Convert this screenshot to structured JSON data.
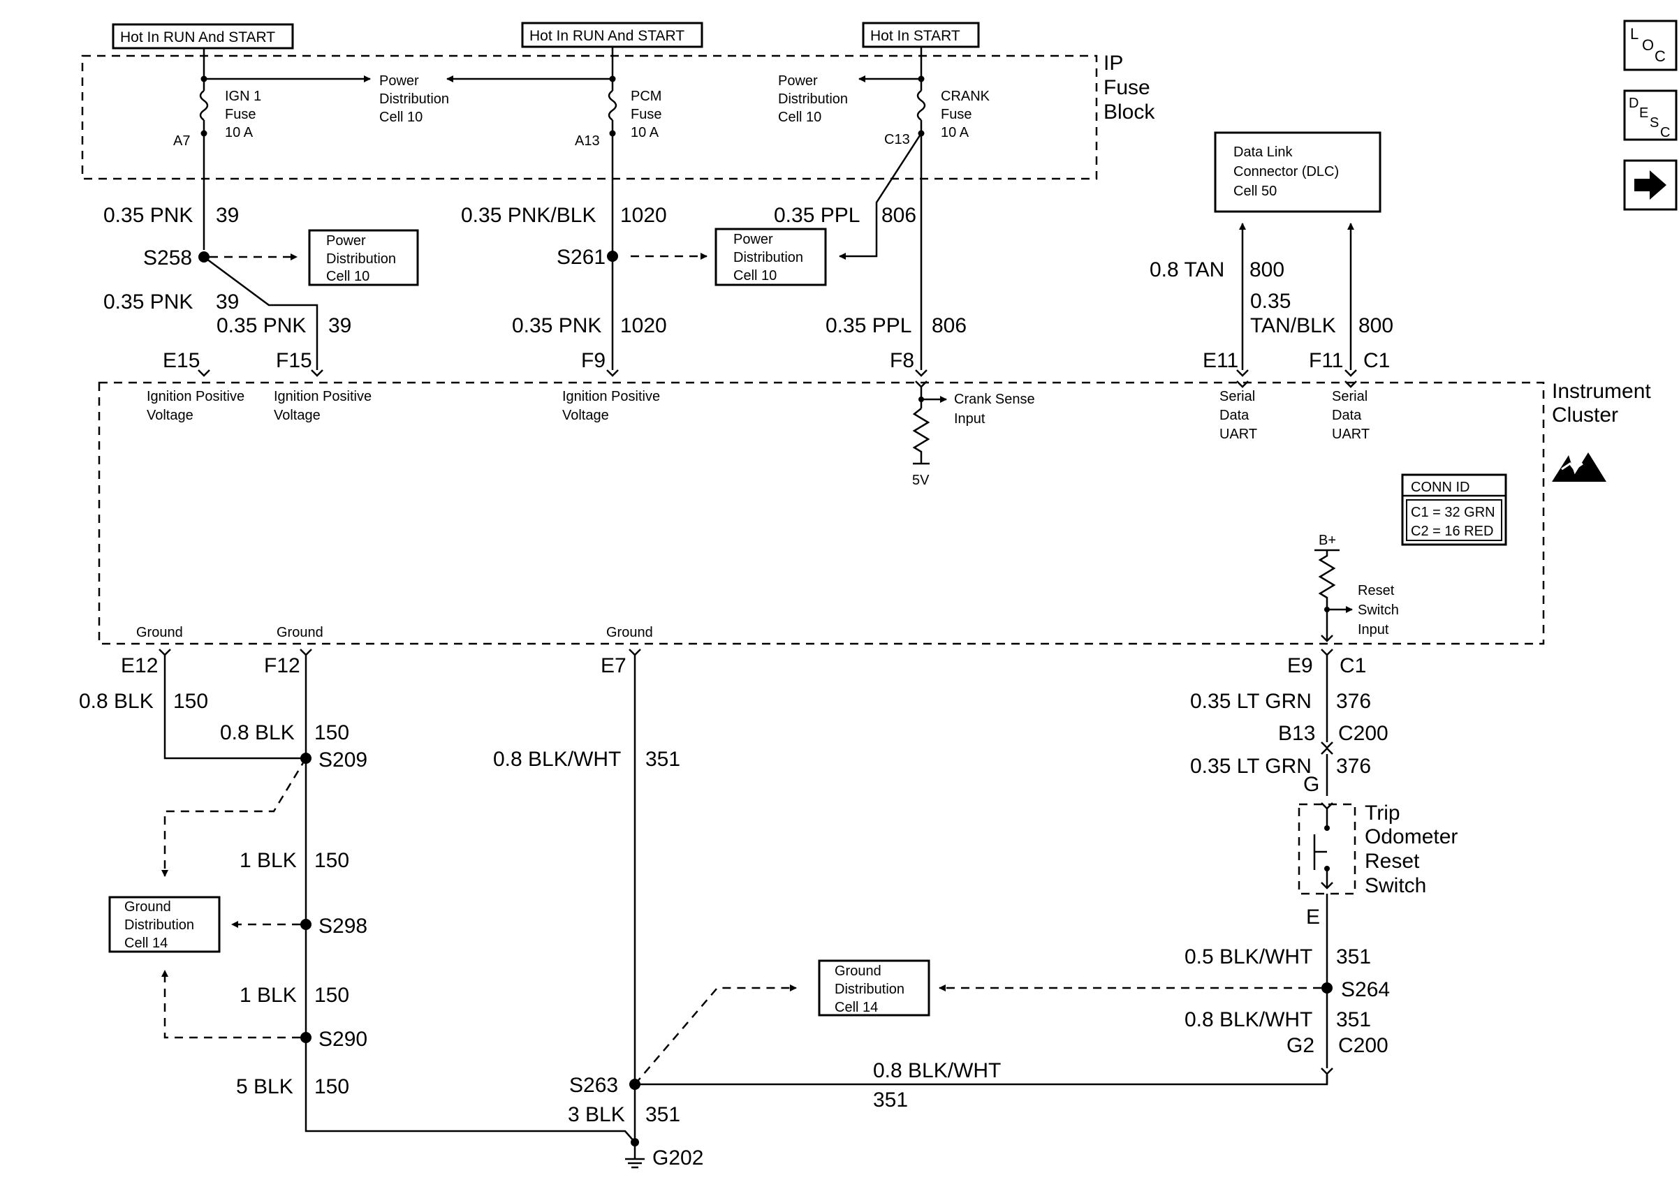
{
  "power_labels": {
    "run_start_1": "Hot In RUN And START",
    "run_start_2": "Hot In RUN And START",
    "start": "Hot In START"
  },
  "fuse_block": {
    "l1": "IP",
    "l2": "Fuse",
    "l3": "Block"
  },
  "fuses": {
    "ign1": {
      "l1": "IGN 1",
      "l2": "Fuse",
      "l3": "10 A",
      "pin": "A7"
    },
    "pcm": {
      "l1": "PCM",
      "l2": "Fuse",
      "l3": "10 A",
      "pin": "A13"
    },
    "crank": {
      "l1": "CRANK",
      "l2": "Fuse",
      "l3": "10 A",
      "pin": "C13"
    }
  },
  "pd_top_1": {
    "l1": "Power",
    "l2": "Distribution",
    "l3": "Cell 10"
  },
  "pd_top_2": {
    "l1": "Power",
    "l2": "Distribution",
    "l3": "Cell 10"
  },
  "pd_box_1": {
    "l1": "Power",
    "l2": "Distribution",
    "l3": "Cell 10"
  },
  "pd_box_2": {
    "l1": "Power",
    "l2": "Distribution",
    "l3": "Cell 10"
  },
  "dlc": {
    "l1": "Data Link",
    "l2": "Connector (DLC)",
    "l3": "Cell 50"
  },
  "wires": {
    "w39a": "0.35 PNK",
    "c39a": "39",
    "w39b": "0.35 PNK",
    "c39b": "39",
    "w39c": "0.35 PNK",
    "c39c": "39",
    "w1020a": "0.35 PNK/BLK",
    "c1020a": "1020",
    "w1020b": "0.35 PNK",
    "c1020b": "1020",
    "w806a": "0.35 PPL",
    "c806a": "806",
    "w806b": "0.35 PPL",
    "c806b": "806",
    "w800a": "0.8 TAN",
    "c800a": "800",
    "w800b1": "0.35",
    "w800b2": "TAN/BLK",
    "c800b": "800",
    "w150a": "0.8 BLK",
    "c150a": "150",
    "w150b": "0.8 BLK",
    "c150b": "150",
    "w150c": "1 BLK",
    "c150c": "150",
    "w150d": "1 BLK",
    "c150d": "150",
    "w150e": "5 BLK",
    "c150e": "150",
    "w351a": "0.8 BLK/WHT",
    "c351a": "351",
    "w351b": "3 BLK",
    "c351b": "351",
    "w351c": "0.8 BLK/WHT",
    "c351c": "351",
    "w351d": "0.5 BLK/WHT",
    "c351d": "351",
    "w351e": "0.8 BLK/WHT",
    "c351e": "351",
    "w376a": "0.35 LT GRN",
    "c376a": "376",
    "w376b": "0.35 LT GRN",
    "c376b": "376"
  },
  "splices": {
    "s258": "S258",
    "s261": "S261",
    "s209": "S209",
    "s298": "S298",
    "s290": "S290",
    "s263": "S263",
    "s264": "S264",
    "g202": "G202"
  },
  "pins": {
    "e15": "E15",
    "f15": "F15",
    "f9": "F9",
    "f8": "F8",
    "e11": "E11",
    "f11": "F11",
    "c1a": "C1",
    "e12": "E12",
    "f12": "F12",
    "e7": "E7",
    "e9": "E9",
    "c1b": "C1",
    "b13": "B13",
    "c200a": "C200",
    "g": "G",
    "e": "E",
    "g2": "G2",
    "c200b": "C200"
  },
  "cluster": {
    "l1": "Instrument",
    "l2": "Cluster",
    "ign1a": "Ignition Positive",
    "ign1b": "Voltage",
    "ign2a": "Ignition Positive",
    "ign2b": "Voltage",
    "ign3a": "Ignition Positive",
    "ign3b": "Voltage",
    "crank_a": "Crank Sense",
    "crank_b": "Input",
    "v5": "5V",
    "ser1a": "Serial",
    "ser1b": "Data",
    "ser1c": "UART",
    "ser2a": "Serial",
    "ser2b": "Data",
    "ser2c": "UART",
    "gnd1": "Ground",
    "gnd2": "Ground",
    "gnd3": "Ground",
    "bplus": "B+",
    "reset_a": "Reset",
    "reset_b": "Switch",
    "reset_c": "Input"
  },
  "conn_id": {
    "title": "CONN ID",
    "c1": "C1 = 32 GRN",
    "c2": "C2 = 16 RED"
  },
  "gd_box_1": {
    "l1": "Ground",
    "l2": "Distribution",
    "l3": "Cell 14"
  },
  "gd_box_2": {
    "l1": "Ground",
    "l2": "Distribution",
    "l3": "Cell 14"
  },
  "trip_switch": {
    "l1": "Trip",
    "l2": "Odometer",
    "l3": "Reset",
    "l4": "Switch"
  },
  "nav": {
    "loc": {
      "a": "L",
      "b": "O",
      "c": "C"
    },
    "desc": {
      "a": "D",
      "b": "E",
      "c": "S",
      "d": "C"
    }
  },
  "icons": {
    "esd": "esd-warning-icon",
    "next": "arrow-right-icon"
  }
}
